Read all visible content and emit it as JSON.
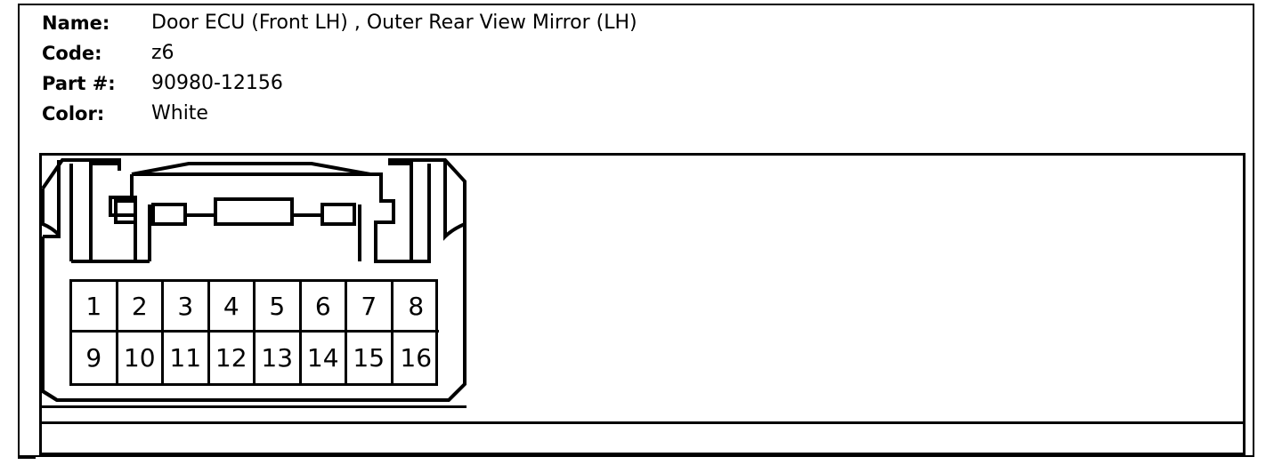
{
  "info": {
    "name_label": "Name:",
    "name_value": "Door ECU (Front LH) , Outer Rear View Mirror (LH)",
    "code_label": "Code:",
    "code_value": "z6",
    "part_label": "Part #:",
    "part_value": "90980-12156",
    "color_label": "Color:",
    "color_value": "White"
  },
  "connector": {
    "pins_top": [
      "1",
      "2",
      "3",
      "4",
      "5",
      "6",
      "7",
      "8"
    ],
    "pins_bottom": [
      "9",
      "10",
      "11",
      "12",
      "13",
      "14",
      "15",
      "16"
    ]
  }
}
